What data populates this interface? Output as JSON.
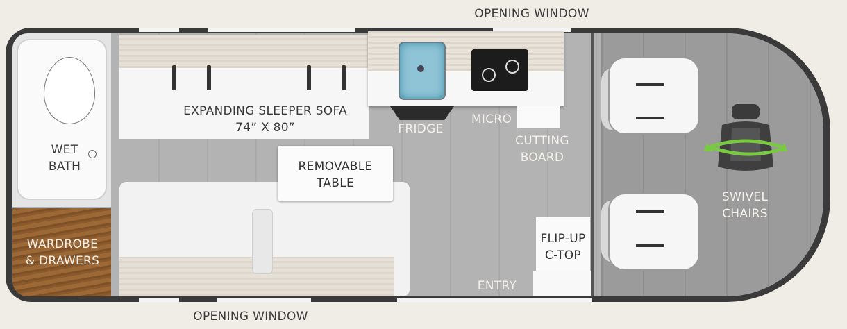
{
  "labels": {
    "window_top": "OPENING WINDOW",
    "window_bottom": "OPENING WINDOW",
    "sofa": [
      "EXPANDING SLEEPER SOFA",
      "74” X 80”"
    ],
    "bath": [
      "WET",
      "BATH"
    ],
    "table": [
      "REMOVABLE",
      "TABLE"
    ],
    "fridge": "FRIDGE",
    "micro": "MICRO",
    "cutting": [
      "CUTTING",
      "BOARD"
    ],
    "wardrobe": [
      "WARDROBE",
      "& DRAWERS"
    ],
    "ctop": [
      "FLIP-UP",
      "C-TOP"
    ],
    "entry": "ENTRY",
    "swivel": [
      "SWIVEL",
      "CHAIRS"
    ]
  },
  "colors": {
    "swivel_arrow": "#7ac943",
    "sink_water": "#8fc3d6",
    "wardrobe_wood": "#8a5a2c"
  },
  "icons": [
    "toilet-icon",
    "sink-icon",
    "cooktop-icon",
    "seat-icon",
    "swivel-arrow-icon"
  ]
}
